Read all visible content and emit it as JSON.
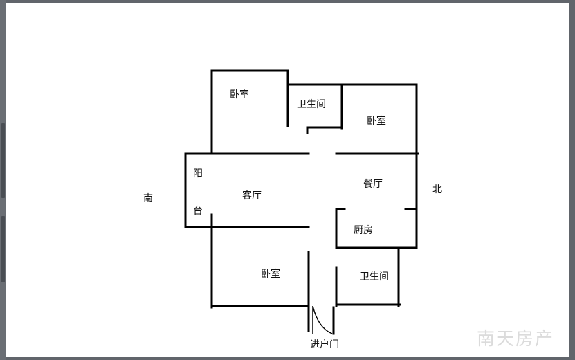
{
  "rooms": {
    "bedroom_top_left": "卧室",
    "bathroom_top": "卫生间",
    "bedroom_top_right": "卧室",
    "balcony_top_char": "阳",
    "balcony_bottom_char": "台",
    "living_room": "客厅",
    "dining_room": "餐厅",
    "kitchen": "厨房",
    "bedroom_bottom": "卧室",
    "bathroom_bottom": "卫生间"
  },
  "orientation": {
    "south": "南",
    "north": "北"
  },
  "entrance": "进户门",
  "watermark": "南天房产",
  "colors": {
    "wall": "#000000",
    "background": "#ffffff",
    "frame": "#61656b"
  }
}
